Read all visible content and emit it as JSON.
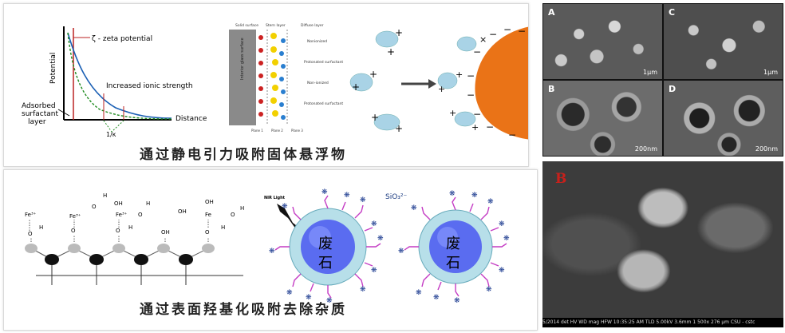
{
  "top": {
    "graph": {
      "zeta_label": "ζ - zeta potential",
      "y_label": "Potential",
      "ionic_label": "Increased ionic strength",
      "adsorbed_label": [
        "Adsorbed",
        "surfactant",
        "layer"
      ],
      "distance_label": "Distance",
      "kappa_label": "1/κ"
    },
    "layer_diagram": {
      "col1": "Solid surface",
      "col2": "Stern layer",
      "col3": "Diffuse layer",
      "side": "Interior glass surface",
      "rows": [
        "Nonionized",
        "Protonated surfactant",
        "Non-ionized",
        "Protonated surfactant"
      ],
      "planes": [
        "Plane 1",
        "Plane 2",
        "Plane 3"
      ]
    },
    "caption": "通过静电引力吸附固体悬浮物"
  },
  "bottom": {
    "chem": {
      "fe_labels": [
        "Fe³⁺",
        "Fe³⁺",
        "Fe³⁺",
        "Fe"
      ],
      "o": "O",
      "h": "H",
      "oh": "OH"
    },
    "nir_label": "NIR Light",
    "sio_label": "SiO₃²⁻",
    "sphere_top": "废",
    "sphere_bottom": "石",
    "caption": "通过表面羟基化吸附去除杂质"
  },
  "sem": {
    "labels": [
      "A",
      "C",
      "B",
      "D"
    ],
    "scales": [
      "1μm",
      "1μm",
      "200nm",
      "200nm"
    ],
    "b_label": "B",
    "b_info": "5/2014  det  HV  WD  mag  HFW  10:35:25 AM  TLD  5.00kV  3.6mm  1 500x  276 μm  CSU - cstc"
  }
}
